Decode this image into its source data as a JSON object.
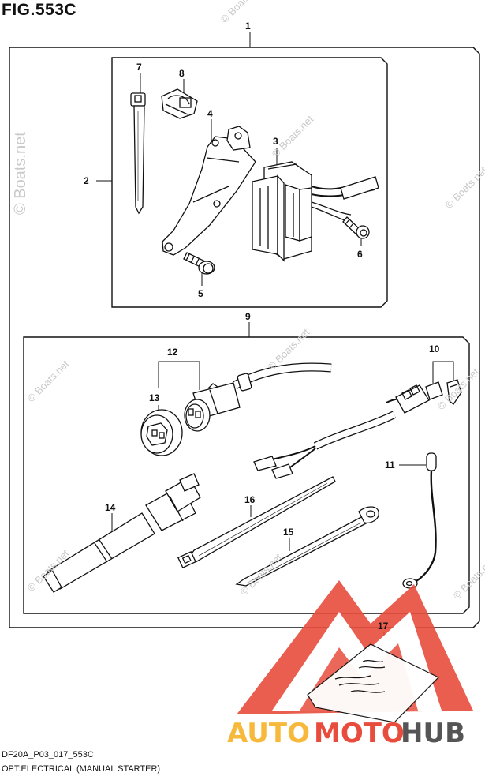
{
  "figure": {
    "title": "FIG.553C",
    "code": "DF20A_P03_017_553C",
    "description": "OPT:ELECTRICAL (MANUAL STARTER)"
  },
  "callouts": [
    "1",
    "2",
    "3",
    "4",
    "5",
    "6",
    "7",
    "8",
    "9",
    "10",
    "11",
    "12",
    "13",
    "14",
    "15",
    "16",
    "17"
  ],
  "watermark": {
    "site": "© Boats.net"
  },
  "brand": {
    "auto": "AUTO",
    "moto": "MOTO",
    "hub": "HUB",
    "color_auto": "#f6b93b",
    "color_moto": "#e84c3d",
    "color_hub": "#555555",
    "logo_color": "#e84c3d",
    "logo_name": "triangle-mountains-logo"
  },
  "colors": {
    "line": "#111111",
    "part_fill": "#ffffff",
    "watermark": "#c9c9c9"
  }
}
